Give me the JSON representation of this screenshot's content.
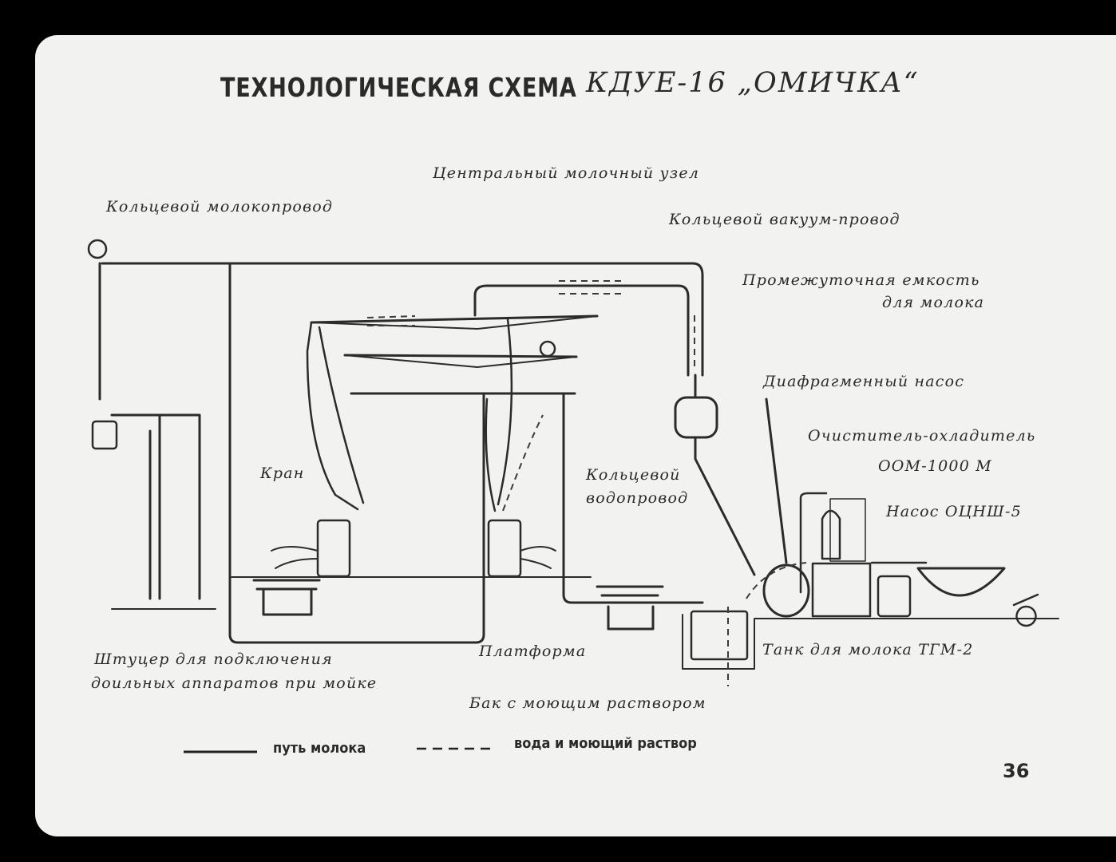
{
  "title": {
    "part1": "ТЕХНОЛОГИЧЕСКАЯ СХЕМА",
    "part2": "КДУЕ-16 „ОМИЧКА“"
  },
  "labels": {
    "central_milk_node": "Центральный молочный узел",
    "ring_milk_line": "Кольцевой молокопровод",
    "ring_vacuum_line": "Кольцевой вакуум-провод",
    "intermediate_tank_1": "Промежуточная емкость",
    "intermediate_tank_2": "для молока",
    "diaphragm_pump": "Диафрагменный насос",
    "cleaner_cooler_1": "Очиститель-охладитель",
    "cleaner_cooler_2": "ООМ-1000 М",
    "pump_ocnsh": "Насос ОЦНШ-5",
    "valve": "Кран",
    "ring_water_line_1": "Кольцевой",
    "ring_water_line_2": "водопровод",
    "fitting_1": "Штуцер для подключения",
    "fitting_2": "доильных аппаратов при мойке",
    "platform": "Платформа",
    "milk_tank": "Танк для молока ТГМ-2",
    "wash_tank": "Бак с моющим раствором"
  },
  "legend": {
    "milk_path": "путь молока",
    "wash_path": "вода и моющий раствор"
  },
  "page_number": "36",
  "colors": {
    "background": "#000000",
    "paper": "#f2f2f0",
    "ink": "#2a2a2a"
  }
}
